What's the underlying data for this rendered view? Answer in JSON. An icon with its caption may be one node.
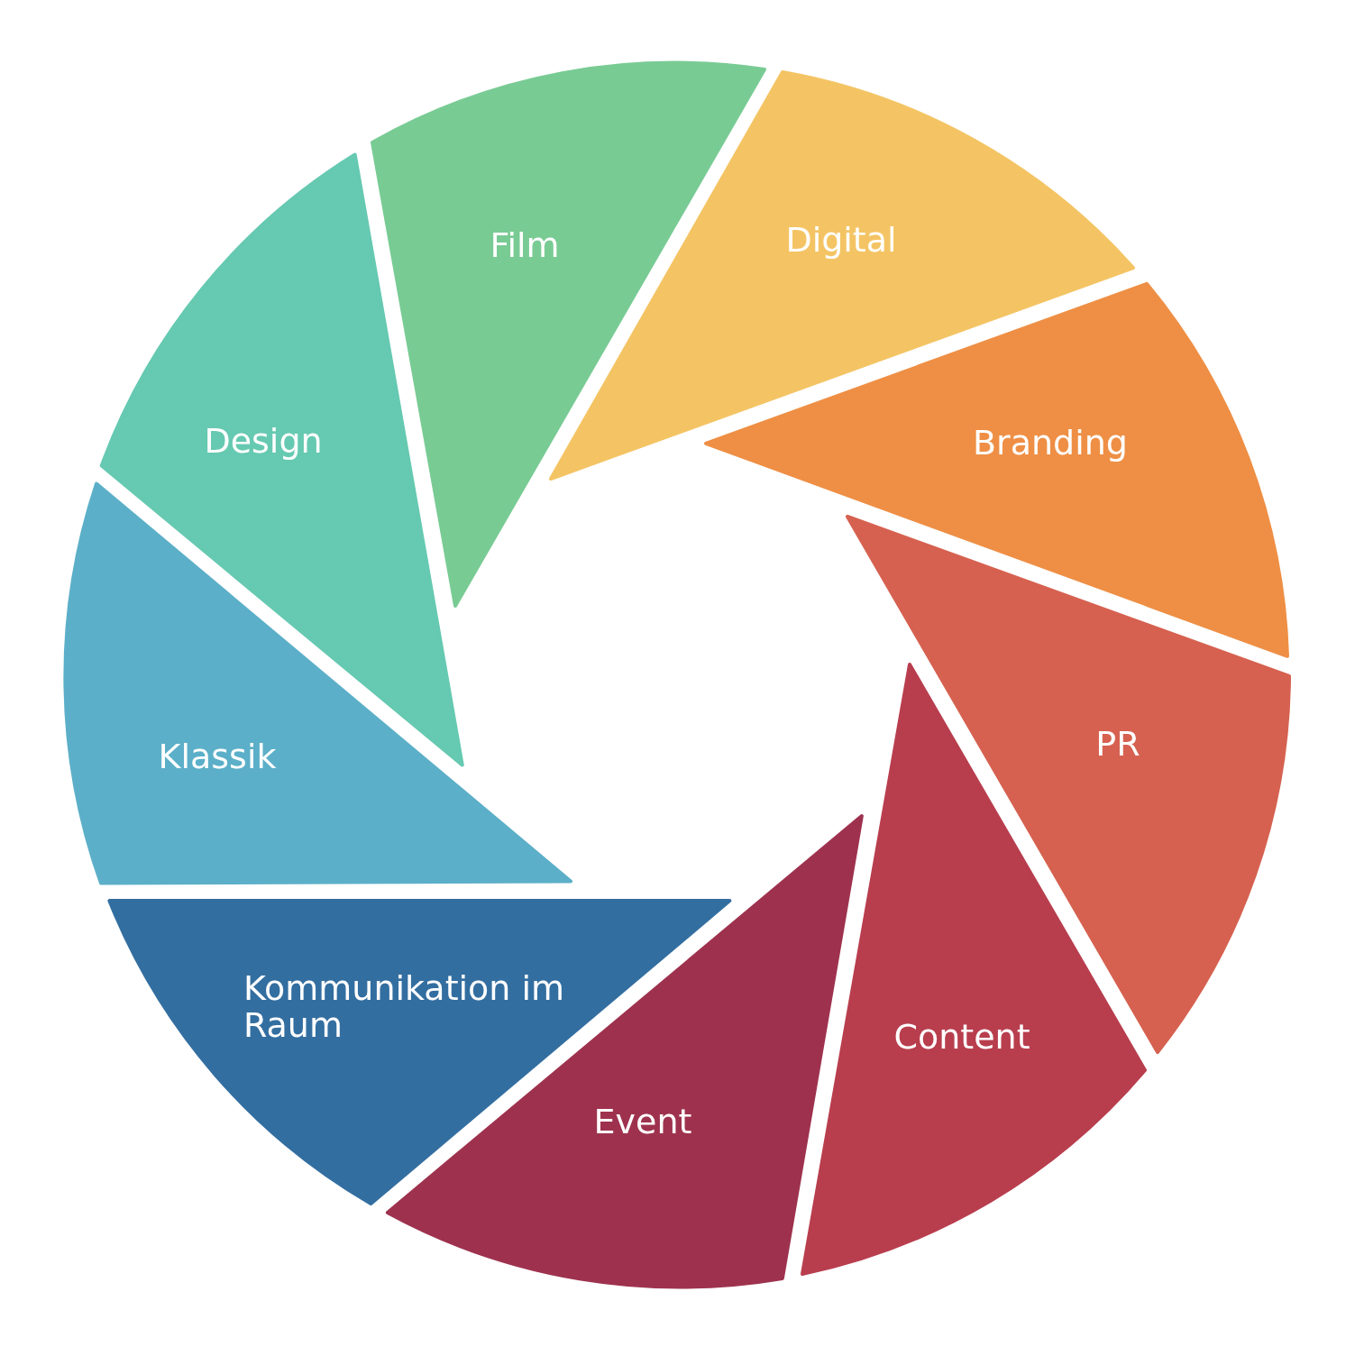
{
  "diagram": {
    "nodes": [
      {
        "text": [
          "Film"
        ]
      },
      {
        "text": [
          "Digital"
        ]
      },
      {
        "text": [
          "Branding"
        ]
      },
      {
        "text": [
          "PR"
        ]
      },
      {
        "text": [
          "Content"
        ]
      },
      {
        "text": [
          "Event"
        ]
      },
      {
        "text": [
          "Kommunikation im Raum"
        ]
      },
      {
        "text": [
          "Klassik"
        ]
      },
      {
        "text": [
          "Design"
        ]
      }
    ]
  }
}
